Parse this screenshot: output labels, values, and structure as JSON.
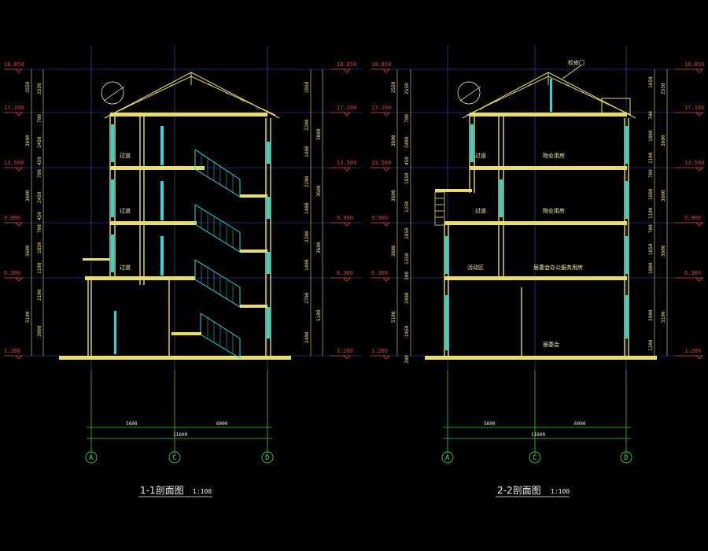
{
  "colors": {
    "background": "#000000",
    "grid_line": "#3a55d0",
    "wall": "#e8dc6a",
    "window": "#28d6e0",
    "elevation_marker": "#d84040",
    "axis_green": "#30d030",
    "text_white": "#f0f0f0"
  },
  "section_1": {
    "title": "1-1剖面图",
    "scale": "1:100",
    "elevations_left": [
      "18.850",
      "17.100",
      "13.500",
      "9.900",
      "6.300",
      "1.200"
    ],
    "elevations_right": [
      "18.850",
      "17.100",
      "13.500",
      "9.900",
      "6.300",
      "1.200"
    ],
    "dims_left_outer": [
      "2550",
      "3600",
      "3600",
      "3600",
      "5100"
    ],
    "dims_left_inner": [
      "2550",
      "700",
      "2450",
      "450",
      "700",
      "2450",
      "450",
      "700",
      "1850",
      "1100",
      "2100",
      "3000"
    ],
    "dims_right": [
      "2850",
      "2200",
      "3800",
      "1400",
      "2200",
      "3600",
      "1400",
      "2200",
      "3600",
      "1400",
      "2700",
      "5100",
      "2400"
    ],
    "rooms": [
      "过道",
      "过道",
      "过道"
    ],
    "bottom_dims": [
      "5600",
      "6000"
    ],
    "total_dim": "11600",
    "axes": [
      "A",
      "C",
      "D"
    ]
  },
  "section_2": {
    "title": "2-2剖面图",
    "scale": "1:100",
    "roof_label": "检修门",
    "elevations_left": [
      "18.850",
      "17.100",
      "13.500",
      "9.900",
      "6.300",
      "1.200"
    ],
    "elevations_right": [
      "18.850",
      "17.100",
      "13.500",
      "9.900",
      "6.300",
      "1.200"
    ],
    "dims_left_outer": [
      "2550",
      "3600",
      "3600",
      "3600",
      "5100"
    ],
    "dims_left_inner": [
      "2550",
      "700",
      "2400",
      "450",
      "1850",
      "1350",
      "1850",
      "1350",
      "300",
      "2400",
      "2450",
      "300"
    ],
    "dims_right": [
      "1650",
      "2550",
      "700",
      "1800",
      "3600",
      "1100",
      "700",
      "1800",
      "3600",
      "1100",
      "700",
      "1850",
      "3600",
      "1000",
      "3900",
      "5100",
      "1300"
    ],
    "rooms": [
      "过道",
      "物业用房",
      "过道",
      "物业用房",
      "活动区",
      "居委会办公服务用房",
      "居委会"
    ],
    "bottom_dims": [
      "5600",
      "6000"
    ],
    "total_dim": "11600",
    "axes": [
      "A",
      "C",
      "D"
    ]
  }
}
